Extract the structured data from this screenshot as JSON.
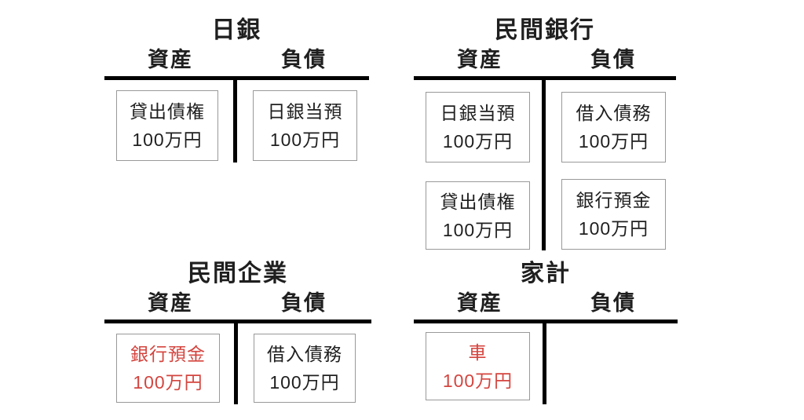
{
  "colors": {
    "background": "#ffffff",
    "line": "#000000",
    "text": "#1f1f1f",
    "box_border": "#999999",
    "highlight_red": "#d4453f"
  },
  "accounts": [
    {
      "title": "日銀",
      "assets_label": "資産",
      "liabilities_label": "負債",
      "assets": [
        {
          "name": "貸出債権",
          "amount": "100万円",
          "color": "black"
        }
      ],
      "liabilities": [
        {
          "name": "日銀当預",
          "amount": "100万円",
          "color": "black"
        }
      ]
    },
    {
      "title": "民間銀行",
      "assets_label": "資産",
      "liabilities_label": "負債",
      "assets": [
        {
          "name": "日銀当預",
          "amount": "100万円",
          "color": "black"
        },
        {
          "name": "貸出債権",
          "amount": "100万円",
          "color": "black"
        }
      ],
      "liabilities": [
        {
          "name": "借入債務",
          "amount": "100万円",
          "color": "black"
        },
        {
          "name": "銀行預金",
          "amount": "100万円",
          "color": "black"
        }
      ]
    },
    {
      "title": "民間企業",
      "assets_label": "資産",
      "liabilities_label": "負債",
      "assets": [
        {
          "name": "銀行預金",
          "amount": "100万円",
          "color": "red"
        }
      ],
      "liabilities": [
        {
          "name": "借入債務",
          "amount": "100万円",
          "color": "black"
        }
      ]
    },
    {
      "title": "家計",
      "assets_label": "資産",
      "liabilities_label": "負債",
      "assets": [
        {
          "name": "車",
          "amount": "100万円",
          "color": "red"
        }
      ],
      "liabilities": []
    }
  ]
}
